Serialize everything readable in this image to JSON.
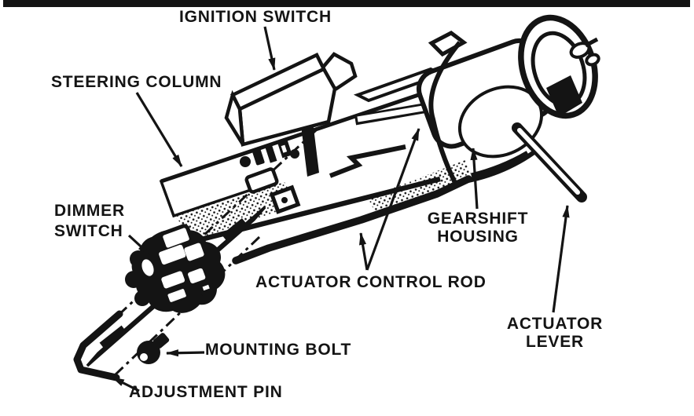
{
  "figure": {
    "colors": {
      "ink": "#141414",
      "paper": "#ffffff"
    },
    "labels": {
      "ignition_switch": "IGNITION SWITCH",
      "steering_column": "STEERING COLUMN",
      "dimmer_switch": {
        "line1": "DIMMER",
        "line2": "SWITCH"
      },
      "gearshift_housing": {
        "line1": "GEARSHIFT",
        "line2": "HOUSING"
      },
      "actuator_control_rod": "ACTUATOR CONTROL ROD",
      "mounting_bolt": "MOUNTING BOLT",
      "adjustment_pin": "ADJUSTMENT PIN",
      "actuator_lever": {
        "line1": "ACTUATOR",
        "line2": "LEVER"
      }
    }
  }
}
